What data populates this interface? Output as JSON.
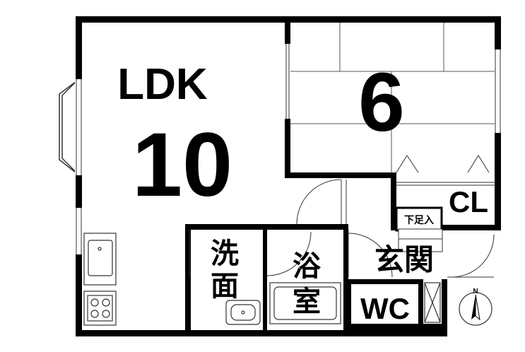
{
  "floor_plan": {
    "rooms": {
      "ldk": {
        "name": "LDK",
        "size": "10"
      },
      "washitsu": {
        "size": "6"
      },
      "closet": {
        "label": "CL"
      },
      "shoe_storage": {
        "label": "下足入"
      },
      "washroom": {
        "label_line1": "洗",
        "label_line2": "面"
      },
      "bathroom": {
        "label_line1": "浴",
        "label_line2": "室"
      },
      "entrance": {
        "label": "玄関"
      },
      "toilet": {
        "label": "WC"
      }
    },
    "compass": {
      "north_label": "N"
    },
    "colors": {
      "wall": "#000000",
      "background": "#ffffff",
      "line": "#333333"
    }
  }
}
